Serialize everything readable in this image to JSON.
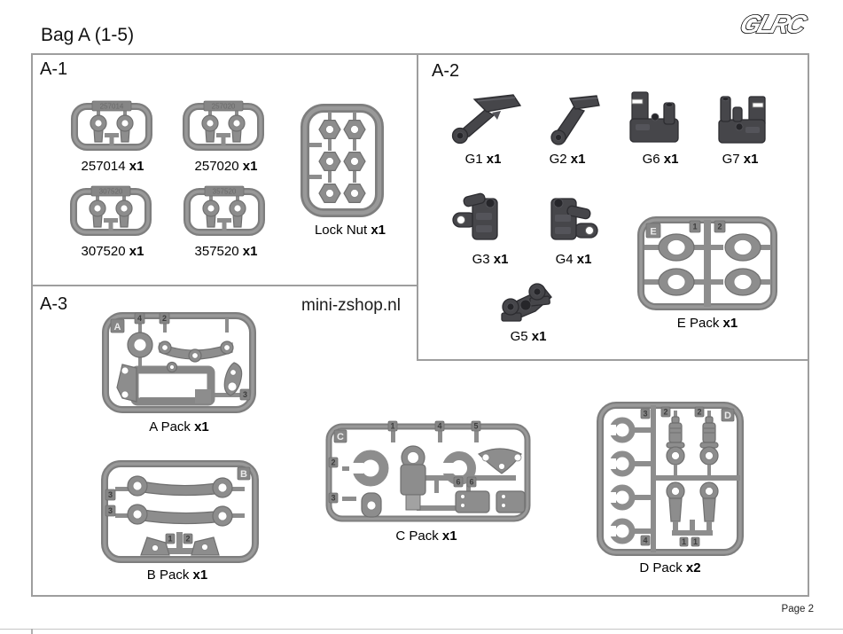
{
  "page": {
    "title": "Bag A (1-5)",
    "logo_text": "GLRC",
    "watermark": "mini-zshop.nl",
    "page_number": "Page 2"
  },
  "colors": {
    "box_border": "#9e9e9e",
    "sprue_gray": "#8d8d8d",
    "dark_part": "#46464a"
  },
  "sections": {
    "a1": {
      "label": "A-1",
      "parts": [
        {
          "name": "257014",
          "qty": "x1"
        },
        {
          "name": "257020",
          "qty": "x1"
        },
        {
          "name": "307520",
          "qty": "x1"
        },
        {
          "name": "357520",
          "qty": "x1"
        },
        {
          "name": "Lock Nut",
          "qty": "x1"
        }
      ]
    },
    "a2": {
      "label": "A-2",
      "parts": [
        {
          "name": "G1",
          "qty": "x1"
        },
        {
          "name": "G2",
          "qty": "x1"
        },
        {
          "name": "G6",
          "qty": "x1"
        },
        {
          "name": "G7",
          "qty": "x1"
        },
        {
          "name": "G3",
          "qty": "x1"
        },
        {
          "name": "G4",
          "qty": "x1"
        },
        {
          "name": "G5",
          "qty": "x1"
        },
        {
          "name": "E Pack",
          "qty": "x1"
        }
      ]
    },
    "a3": {
      "label": "A-3",
      "parts": [
        {
          "name": "A Pack",
          "qty": "x1"
        },
        {
          "name": "B Pack",
          "qty": "x1"
        },
        {
          "name": "C Pack",
          "qty": "x1"
        },
        {
          "name": "D Pack",
          "qty": "x2"
        }
      ]
    }
  },
  "tags": {
    "e": [
      "E",
      "1",
      "2"
    ],
    "a": [
      "A",
      "4",
      "2",
      "3"
    ],
    "b": [
      "B",
      "3",
      "3",
      "1",
      "2"
    ],
    "c": [
      "C",
      "1",
      "4",
      "5",
      "2",
      "3",
      "6",
      "6"
    ],
    "d": [
      "3",
      "4",
      "2",
      "2",
      "D",
      "1",
      "1"
    ]
  }
}
